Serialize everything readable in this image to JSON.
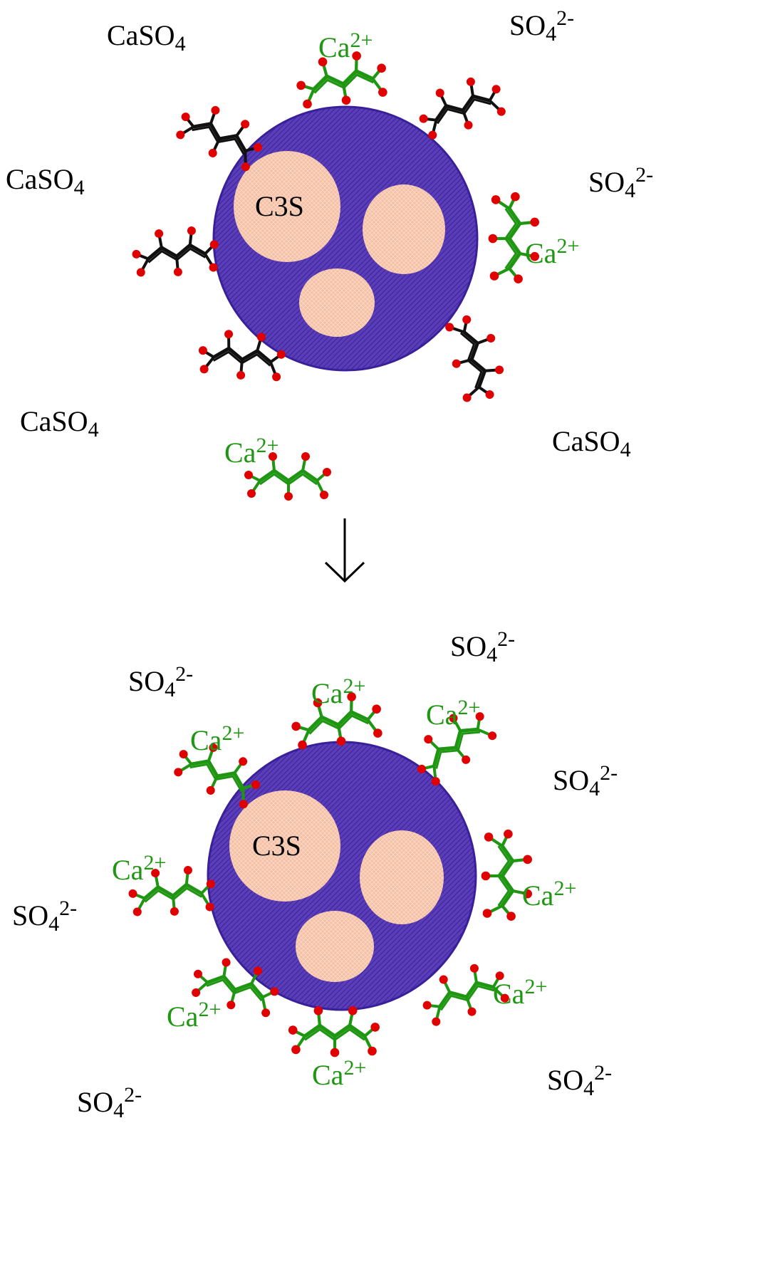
{
  "colors": {
    "particle": "#4b2fa8",
    "particle_edge": "#3a1f9a",
    "grain": "#f5bfa3",
    "adsorbed": "#1e9612",
    "free_chain": "#111111",
    "oxygen": "#e10000"
  },
  "chemistry": {
    "ca": {
      "base": "Ca",
      "sup": "2+"
    },
    "so4": {
      "base": "SO",
      "sub": "4",
      "sup": "2-"
    },
    "caso4": {
      "base": "CaSO",
      "sub": "4"
    },
    "c3s": "C3S"
  },
  "arrow": "down-arrow"
}
